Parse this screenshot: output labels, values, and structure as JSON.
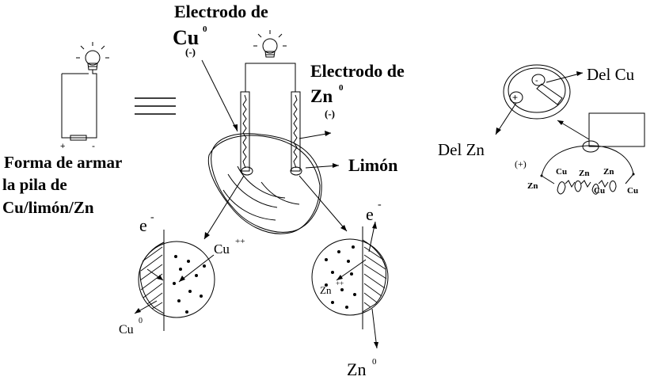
{
  "labels": {
    "title_electrode_cu": "Electrodo de",
    "cu": "Cu",
    "cu_sup": "0",
    "cu_sub": "(-)",
    "title_electrode_zn": "Electrodo de",
    "zn": "Zn",
    "zn_sup": "0",
    "zn_sub": "(-)",
    "limon": "Limón",
    "forma_line1": "Forma de armar",
    "forma_line2": "la pila de",
    "forma_line3": "Cu/limón/Zn",
    "plus": "+",
    "minus": "-",
    "left_circle_e": "e",
    "left_circle_e_sup": "-",
    "cu_ion": "Cu",
    "cu_ion_sup": "++",
    "cu0_small": "Cu",
    "cu0_small_sup": "0",
    "right_circle_e": "e",
    "right_circle_e_sup": "-",
    "zn_ion": "Zn",
    "zn_ion_sup": "++",
    "zn0_bottom": "Zn",
    "zn0_bottom_sup": "0",
    "del_cu": "Del Cu",
    "del_zn": "Del Zn",
    "meter_plus": "+",
    "meter_minus": "-",
    "chain_plus": "(+)",
    "chain_zn_left": "Zn",
    "chain_cu_right": "Cu",
    "chain_top_cu": "Cu",
    "chain_top_zn1": "Zn",
    "chain_top_zn2": "Zn",
    "chain_bottom_cu": "Cu"
  },
  "icons": [
    "bulb-icon",
    "battery-icon",
    "equals-icon",
    "lemon-icon",
    "meter-icon"
  ]
}
